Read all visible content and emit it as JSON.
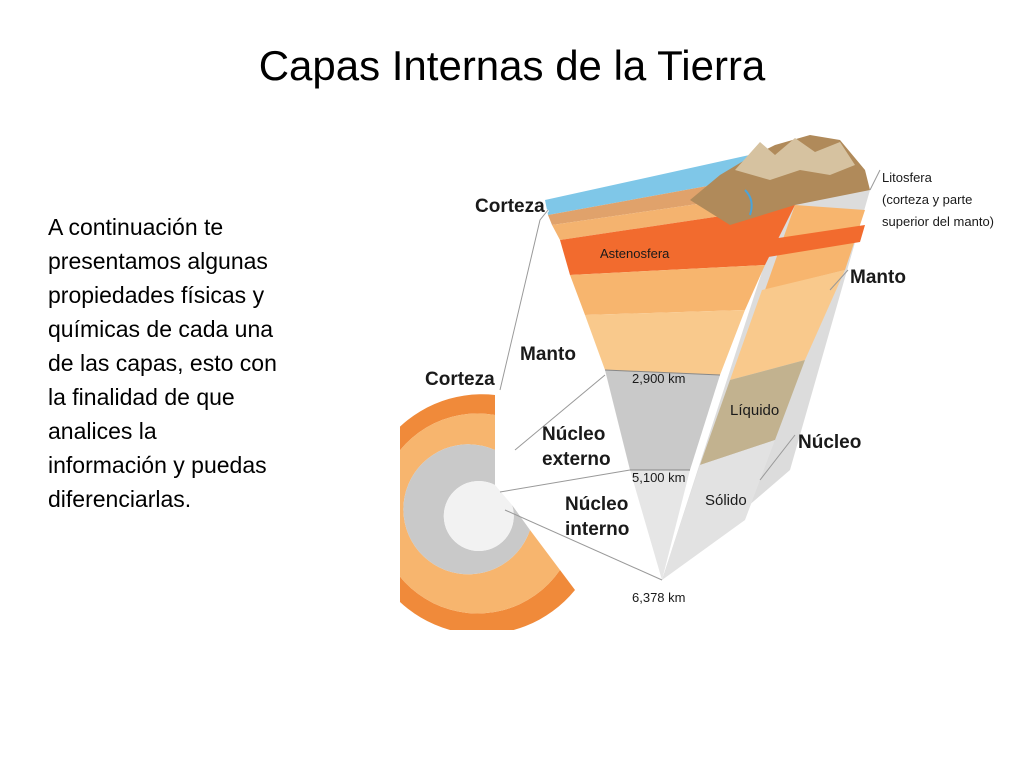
{
  "title": "Capas Internas de la Tierra",
  "body_lines": [
    "A continuación te",
    "presentamos algunas",
    "propiedades físicas y",
    "químicas de cada una",
    "de las capas, esto con",
    "la finalidad de que",
    "analices la",
    "información y puedas",
    "diferenciarlas."
  ],
  "diagram": {
    "corteza_top": "Corteza",
    "corteza_left": "Corteza",
    "astenosfera": "Astenosfera",
    "manto_left": "Manto",
    "manto_right": "Manto",
    "litosfera": [
      "Litosfera",
      "(corteza y parte",
      "superior del manto)"
    ],
    "depth_1": "2,900 km",
    "depth_2": "5,100 km",
    "depth_3": "6,378 km",
    "liquido": "Líquido",
    "solido": "Sólido",
    "nucleo_right": "Núcleo",
    "nucleo_externo": [
      "Núcleo",
      "externo"
    ],
    "nucleo_interno": [
      "Núcleo",
      "interno"
    ]
  },
  "colors": {
    "ocean": "#7fc7e8",
    "crust": "#e0a26b",
    "asthenosphere": "#f26b2e",
    "mantle": "#f7b56e",
    "mantle_light": "#f9c98c",
    "outer_core": "#c9c9c9",
    "inner_core": "#e6e6e6",
    "rock": "#b08a5a"
  }
}
